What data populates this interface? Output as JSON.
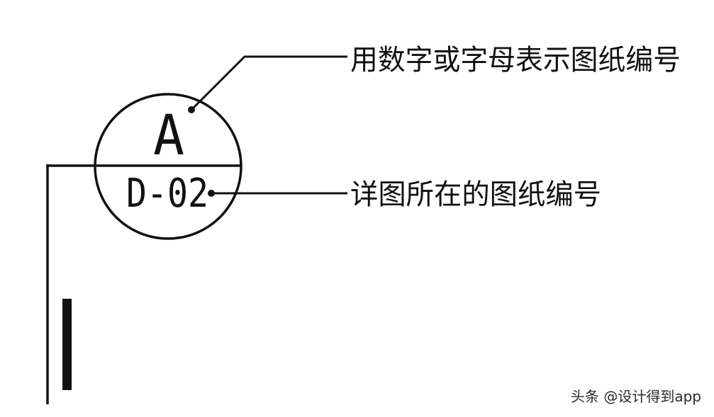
{
  "symbol": {
    "top_label": "A",
    "bottom_label": "D-02"
  },
  "annotations": [
    {
      "text": "用数字或字母表示图纸编号"
    },
    {
      "text": "详图所在的图纸编号"
    }
  ],
  "watermark": "头条 @设计得到app",
  "colors": {
    "line": "#111111",
    "background": "#ffffff"
  }
}
